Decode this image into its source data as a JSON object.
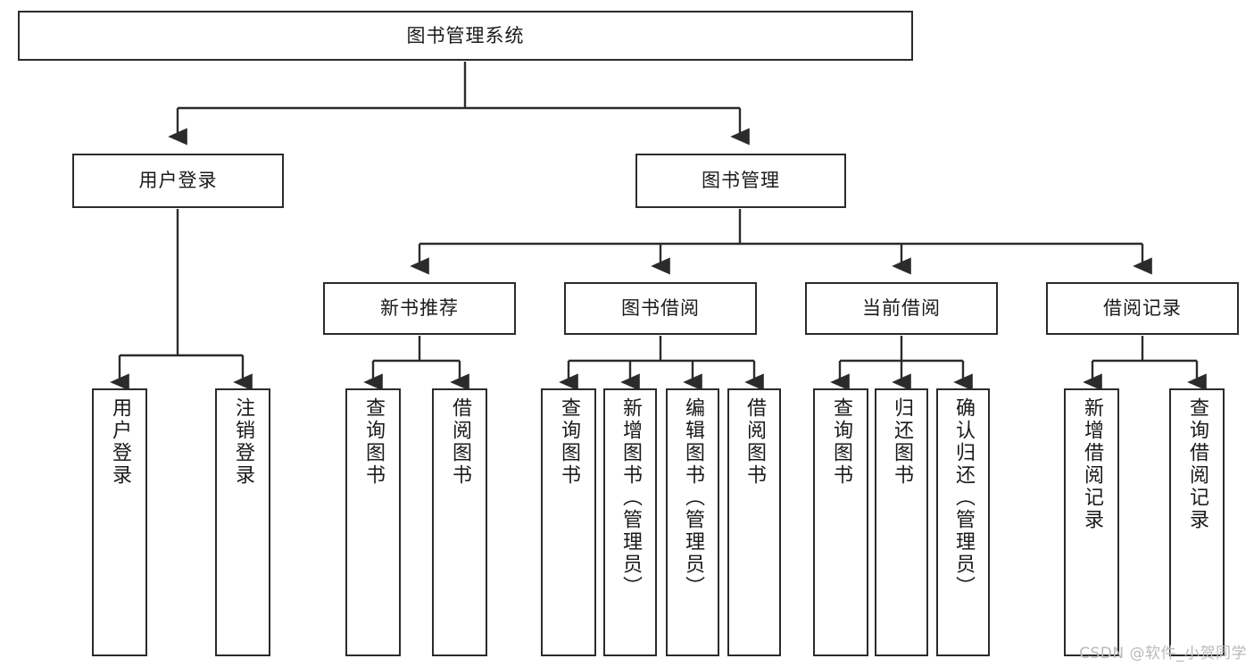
{
  "diagram": {
    "title": "图书管理系统",
    "type": "tree-hierarchy-diagram",
    "root": {
      "label": "图书管理系统"
    },
    "level2": [
      {
        "label": "用户登录"
      },
      {
        "label": "图书管理"
      }
    ],
    "level3": [
      {
        "label": "新书推荐"
      },
      {
        "label": "图书借阅"
      },
      {
        "label": "当前借阅"
      },
      {
        "label": "借阅记录"
      }
    ],
    "leaves": {
      "user_login": [
        {
          "label": "用户登录"
        },
        {
          "label": "注销登录"
        }
      ],
      "new_book_recommend": [
        {
          "label": "查询图书"
        },
        {
          "label": "借阅图书"
        }
      ],
      "book_borrow": [
        {
          "label": "查询图书"
        },
        {
          "label": "新增图书（管理员）"
        },
        {
          "label": "编辑图书（管理员）"
        },
        {
          "label": "借阅图书"
        }
      ],
      "current_borrow": [
        {
          "label": "查询图书"
        },
        {
          "label": "归还图书"
        },
        {
          "label": "确认归还（管理员）"
        }
      ],
      "borrow_record": [
        {
          "label": "新增借阅记录"
        },
        {
          "label": "查询借阅记录"
        }
      ]
    }
  },
  "watermark": {
    "text": "CSDN @软件_小贺同学"
  },
  "colors": {
    "stroke": "#2b2b2b",
    "fill": "#ffffff",
    "text": "#1a1a1a",
    "watermark": "#b9b9b9"
  }
}
